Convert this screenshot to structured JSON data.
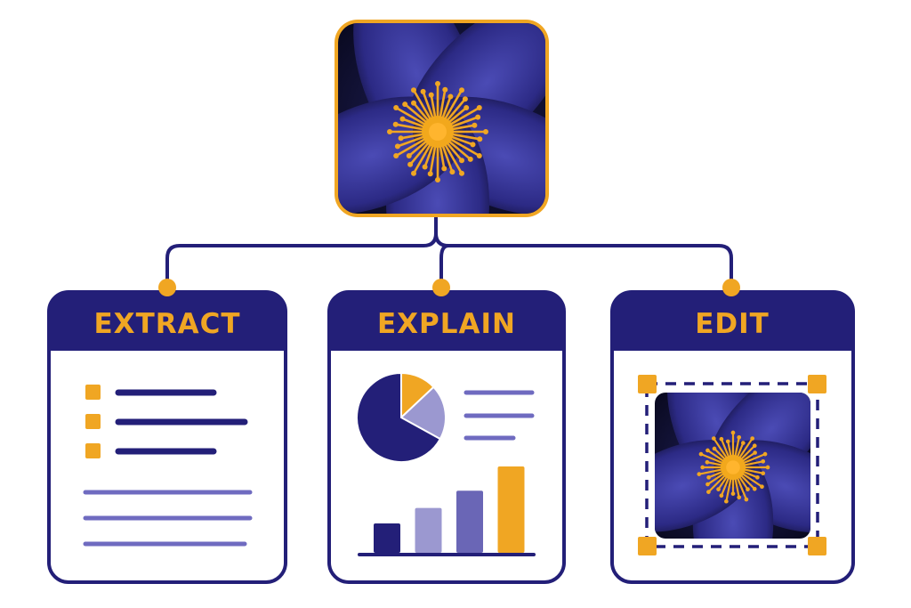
{
  "cards": [
    {
      "title": "EXTRACT"
    },
    {
      "title": "EXPLAIN"
    },
    {
      "title": "EDIT"
    }
  ],
  "explain": {
    "pie_slices": [
      0.13,
      0.2,
      0.67
    ],
    "bar_values": [
      0.34,
      0.52,
      0.72,
      1.0
    ]
  },
  "colors": {
    "navy": "#231f78",
    "orange": "#f0a623",
    "lavender": "#9b98d0",
    "mid_purple": "#6a66b6",
    "line_purple": "#6f6bc0",
    "white": "#ffffff"
  }
}
